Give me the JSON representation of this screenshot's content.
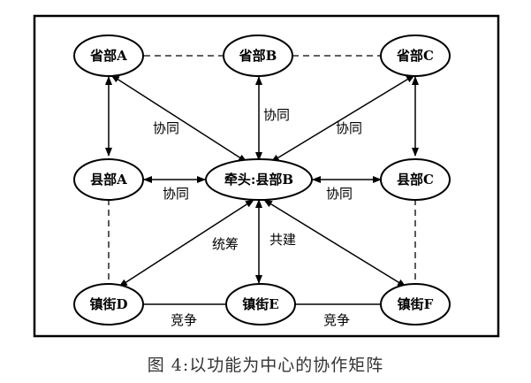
{
  "nodes": {
    "prov_a": "省部A",
    "prov_b": "省部B",
    "prov_c": "省部C",
    "county_a": "县部A",
    "lead_county_b": "牵头:县部B",
    "county_c": "县部C",
    "town_d": "镇街D",
    "town_e": "镇街E",
    "town_f": "镇街F"
  },
  "edge_labels": {
    "left_up": "协同",
    "center_up": "协同",
    "right_up": "协同",
    "left_mid": "协同",
    "right_mid": "协同",
    "coordinate": "统筹",
    "co_build": "共建",
    "compete_left": "竞争",
    "compete_right": "竞争"
  },
  "caption": "图 4:以功能为中心的协作矩阵"
}
